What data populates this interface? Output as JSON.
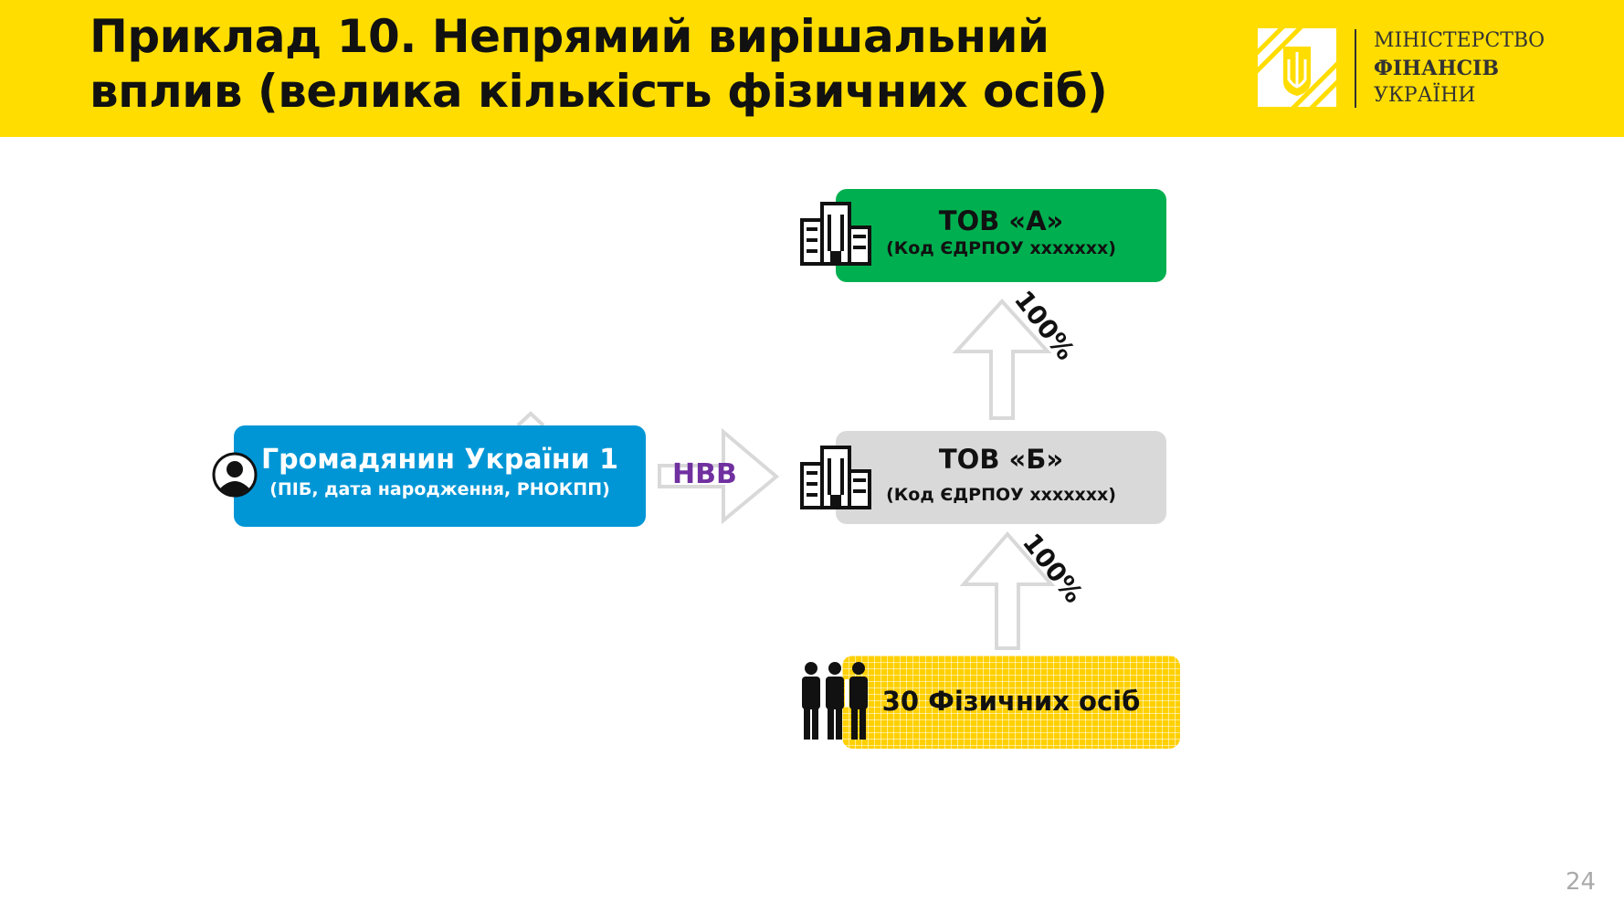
{
  "header": {
    "title": "Приклад 10. Непрямий вирішальний\nвплив (велика кількість фізичних осіб)",
    "ministry": {
      "line1": "МІНІСТЕРСТВО",
      "line2": "ФІНАНСІВ",
      "line3": "УКРАЇНИ"
    },
    "colors": {
      "background": "#FFDD00"
    }
  },
  "diagram": {
    "company_a": {
      "title": "ТОВ «А»",
      "subtitle": "(Код ЄДРПОУ ххххххх)",
      "color": "#00B050",
      "icon": "building-icon"
    },
    "company_b": {
      "title": "ТОВ «Б»",
      "subtitle": "(Код ЄДРПОУ ххххххх)",
      "color": "#D9D9D9",
      "icon": "building-icon"
    },
    "citizen": {
      "title": "Громадянин України 1",
      "subtitle": "(ПІБ, дата народження, РНОКПП)",
      "color": "#0096D6",
      "icon": "person-icon"
    },
    "persons": {
      "title": "30 Фізичних осіб",
      "color": "#FFD000",
      "icon": "people-icon"
    },
    "edges": {
      "b_to_a_label": "100%",
      "persons_to_b_label": "100%",
      "citizen_to_b_label": "НВВ",
      "citizen_to_b_color": "#7030A0"
    }
  },
  "page_number": "24"
}
